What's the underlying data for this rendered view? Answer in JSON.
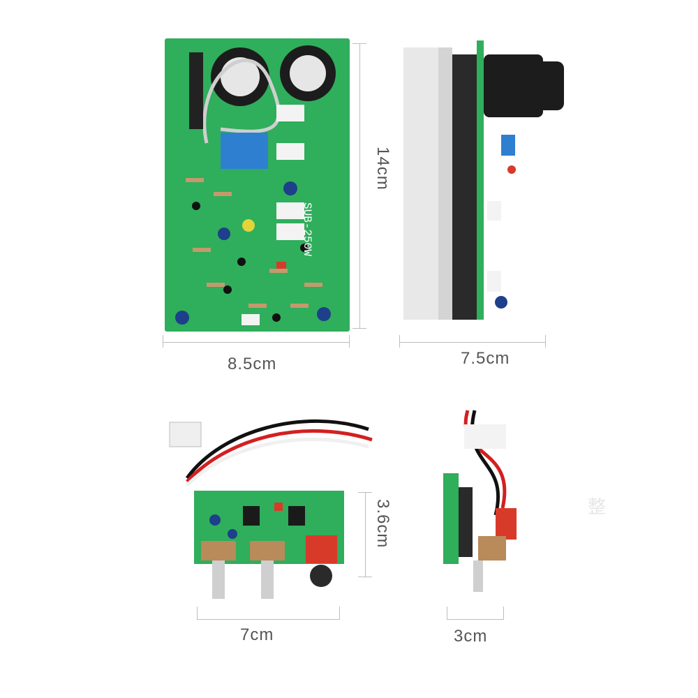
{
  "image": {
    "background": "#ffffff",
    "pcb_color": "#2fae5c",
    "heatsink_color": "#e8e8e8"
  },
  "dimensions": {
    "main_board_height": "14cm",
    "main_board_width": "8.5cm",
    "side_view_width": "7.5cm",
    "control_board_height": "3.6cm",
    "control_board_width": "7cm",
    "control_side_width": "3cm"
  },
  "board_markings": {
    "model": "SUB-250W"
  },
  "faint_text": {
    "char1": "整"
  }
}
